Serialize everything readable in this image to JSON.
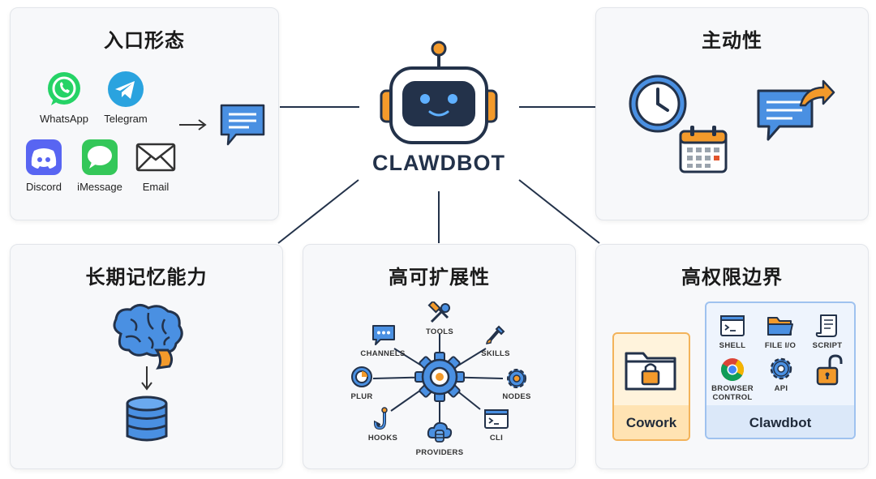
{
  "center": {
    "name": "CLAWDBOT"
  },
  "panels": {
    "entry": {
      "title": "入口形态",
      "apps": [
        {
          "label": "WhatsApp",
          "icon": "whatsapp-icon"
        },
        {
          "label": "Telegram",
          "icon": "telegram-icon"
        },
        {
          "label": "Discord",
          "icon": "discord-icon"
        },
        {
          "label": "iMessage",
          "icon": "imessage-icon"
        },
        {
          "label": "Email",
          "icon": "email-icon"
        }
      ]
    },
    "proactive": {
      "title": "主动性"
    },
    "memory": {
      "title": "长期记忆能力"
    },
    "extensibility": {
      "title": "高可扩展性",
      "nodes": [
        "TOOLS",
        "SKILLS",
        "NODES",
        "CLI",
        "PROVIDERS",
        "HOOKS",
        "PLUR",
        "CHANNELS"
      ]
    },
    "permissions": {
      "title": "高权限边界",
      "cowork_label": "Cowork",
      "clawdbot_label": "Clawdbot",
      "capabilities": [
        "SHELL",
        "FILE I/O",
        "SCRIPT",
        "BROWSER\nCONTROL",
        "API"
      ]
    }
  },
  "colors": {
    "accent_blue": "#2f6fc6",
    "navy": "#23324a",
    "orange": "#f39a2b",
    "panel_bg": "#f7f8fa"
  }
}
